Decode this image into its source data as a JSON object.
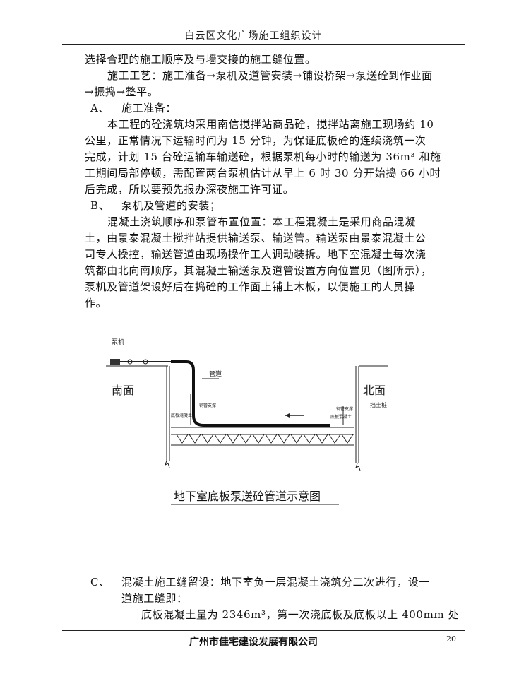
{
  "header": {
    "title": "白云区文化广场施工组织设计"
  },
  "paragraphs": {
    "p0": "选择合理的施工顺序及与墙交接的施工缝位置。",
    "p1a": "施工工艺：施工准备→泵机及道管安装→铺设桥架→泵送砼到作业面",
    "p1b": "→振捣→整平。",
    "secA_marker": "A、",
    "secA_title": "施工准备：",
    "a1": "本工程的砼浇筑均采用南信搅拌站商品砼，搅拌站离施工现场约 10",
    "a2": "公里，正常情况下运输时间为 15 分钟，为保证底板砼的连续浇筑一次",
    "a3": "完成，计划 15 台砼运输车输送砼，根据泵机每小时的输送为 36m³ 和施",
    "a4": "工期间局部停顿，需配置两台泵机估计从早上 6 时 30 分开始捣 66 小时",
    "a5": "后完成，所以要预先报办深夜施工许可证。",
    "secB_marker": "B、",
    "secB_title": "泵机及管道的安装；",
    "b1": "混凝土浇筑顺序和泵管布置位置：本工程混凝土是采用商品混凝",
    "b2": "土，由景泰混凝土搅拌站提供输送泵、输送管。输送泵由景泰混凝土公",
    "b3": "司专人操控，输送管道由现场操作工人调动装拆。地下室混凝土每次浇",
    "b4": "筑都由北向南顺序，其混凝土输送泵及道管设置方向位置见（图所示），",
    "b5": "泵机及管道架设好后在捣砼的工作面上铺上木板，以便施工的人员操",
    "b6": "作。",
    "secC_marker": "C、",
    "c1": "混凝土施工缝留设：地下室负一层混凝土浇筑分二次进行，设一",
    "c2": "道施工缝即：",
    "c3": "底板混凝土量为 2346m³，第一次浇底板及底板以上 400mm 处"
  },
  "diagram": {
    "caption": "地下室底板泵送砼管道示意图",
    "labels": {
      "pump": "泵机",
      "south": "南面",
      "north": "北面",
      "pipe": "管道",
      "retaining_pile": "挡土桩",
      "left_small_1": "钢管支撑",
      "left_small_2": "底板混凝土",
      "right_small_1": "钢管支撑",
      "right_small_2": "底板混凝土"
    }
  },
  "footer": {
    "company": "广州市佳宅建设发展有限公司",
    "page_number": "20"
  }
}
